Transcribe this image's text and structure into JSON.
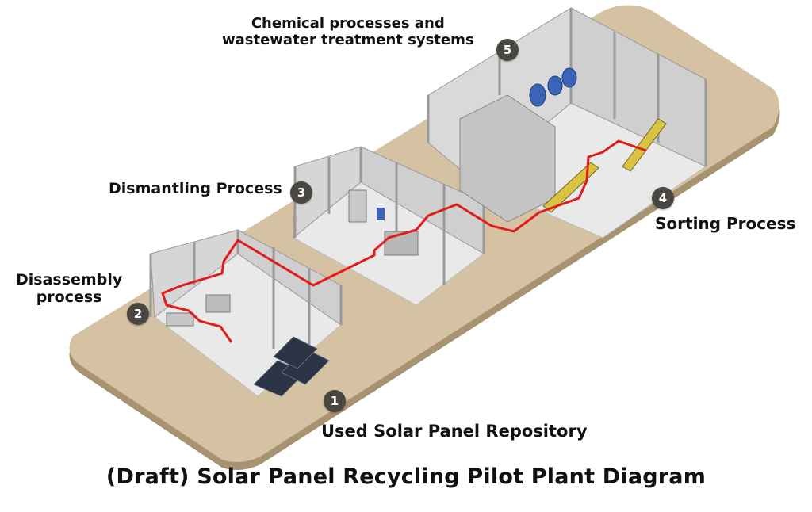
{
  "title": "(Draft) Solar Panel Recycling Pilot Plant Diagram",
  "colors": {
    "platform": "#d4c2a2",
    "platform_edge": "#a89370",
    "floor": "#e9e9e9",
    "wall": "#d6d6d6",
    "frame": "#9a9a9a",
    "conveyor_line": "#e21b1b",
    "badge": "#4a4642",
    "solar_panel": "#2b3444",
    "sorting_conveyor": "#d8c440",
    "tank": "#3b64b8"
  },
  "stages": [
    {
      "number": "1",
      "label": "Used Solar Panel Repository"
    },
    {
      "number": "2",
      "label_line1": "Disassembly",
      "label_line2": "process"
    },
    {
      "number": "3",
      "label": "Dismantling Process"
    },
    {
      "number": "4",
      "label": "Sorting Process"
    },
    {
      "number": "5",
      "label_line1": "Chemical processes and",
      "label_line2": "wastewater treatment systems"
    }
  ]
}
